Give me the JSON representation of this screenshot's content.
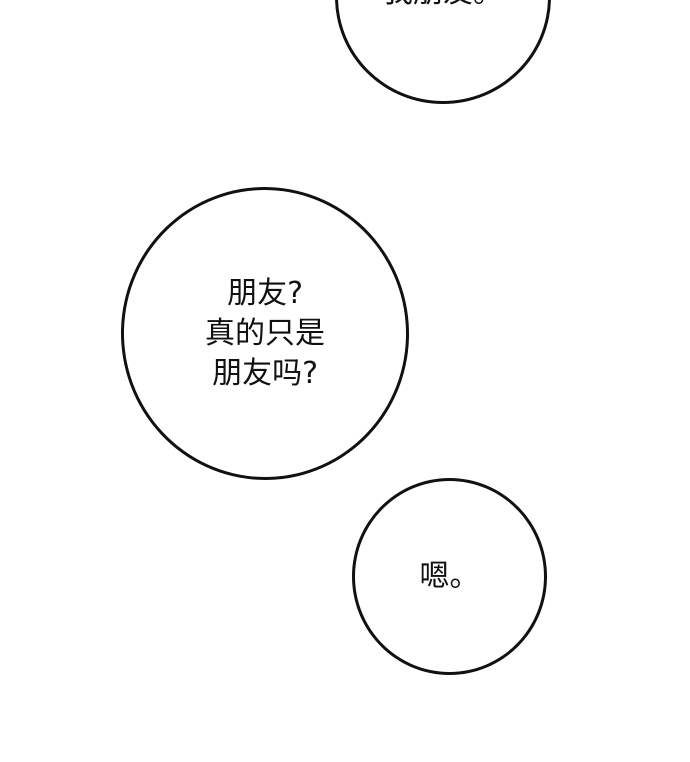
{
  "bubbles": [
    {
      "text": "我朋友。"
    },
    {
      "text": "朋友?\n真的只是\n朋友吗?"
    },
    {
      "text": "嗯。"
    }
  ]
}
